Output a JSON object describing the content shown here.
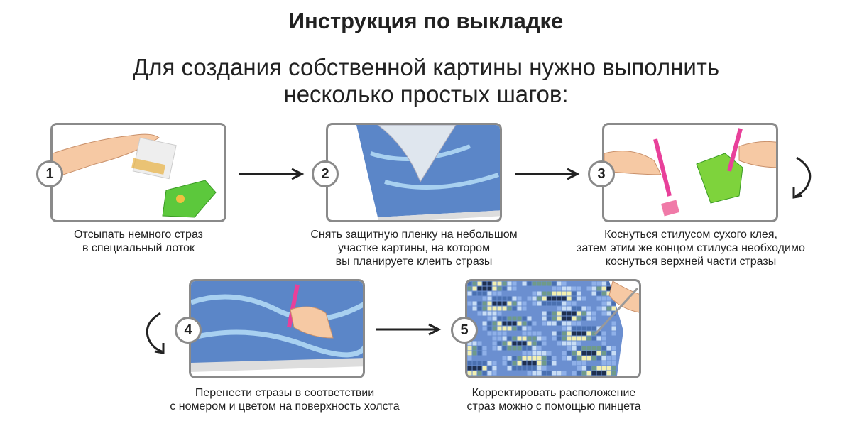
{
  "title": "Инструкция по выкладке",
  "subtitle": {
    "line1": "Для создания собственной картины нужно выполнить",
    "line2": "несколько простых шагов:"
  },
  "steps": [
    {
      "number": "1",
      "lines": [
        "Отсыпать немного страз",
        "в специальный лоток"
      ]
    },
    {
      "number": "2",
      "lines": [
        "Снять защитную пленку на небольшом",
        "участке картины, на котором",
        "вы планируете клеить стразы"
      ]
    },
    {
      "number": "3",
      "lines": [
        "Коснуться стилусом сухого клея,",
        "затем этим же концом стилуса необходимо",
        "коснуться верхней части стразы"
      ]
    },
    {
      "number": "4",
      "lines": [
        "Перенести стразы в соответствии",
        "с номером и цветом на поверхность холста"
      ]
    },
    {
      "number": "5",
      "lines": [
        "Корректировать расположение",
        "страз можно с помощью пинцета"
      ]
    }
  ],
  "colors": {
    "border": "#8a8a8a",
    "tray": "#5cc83c",
    "canvas": "#5b86c8",
    "stylus": "#e8409a",
    "skin": "#f6c9a4"
  }
}
